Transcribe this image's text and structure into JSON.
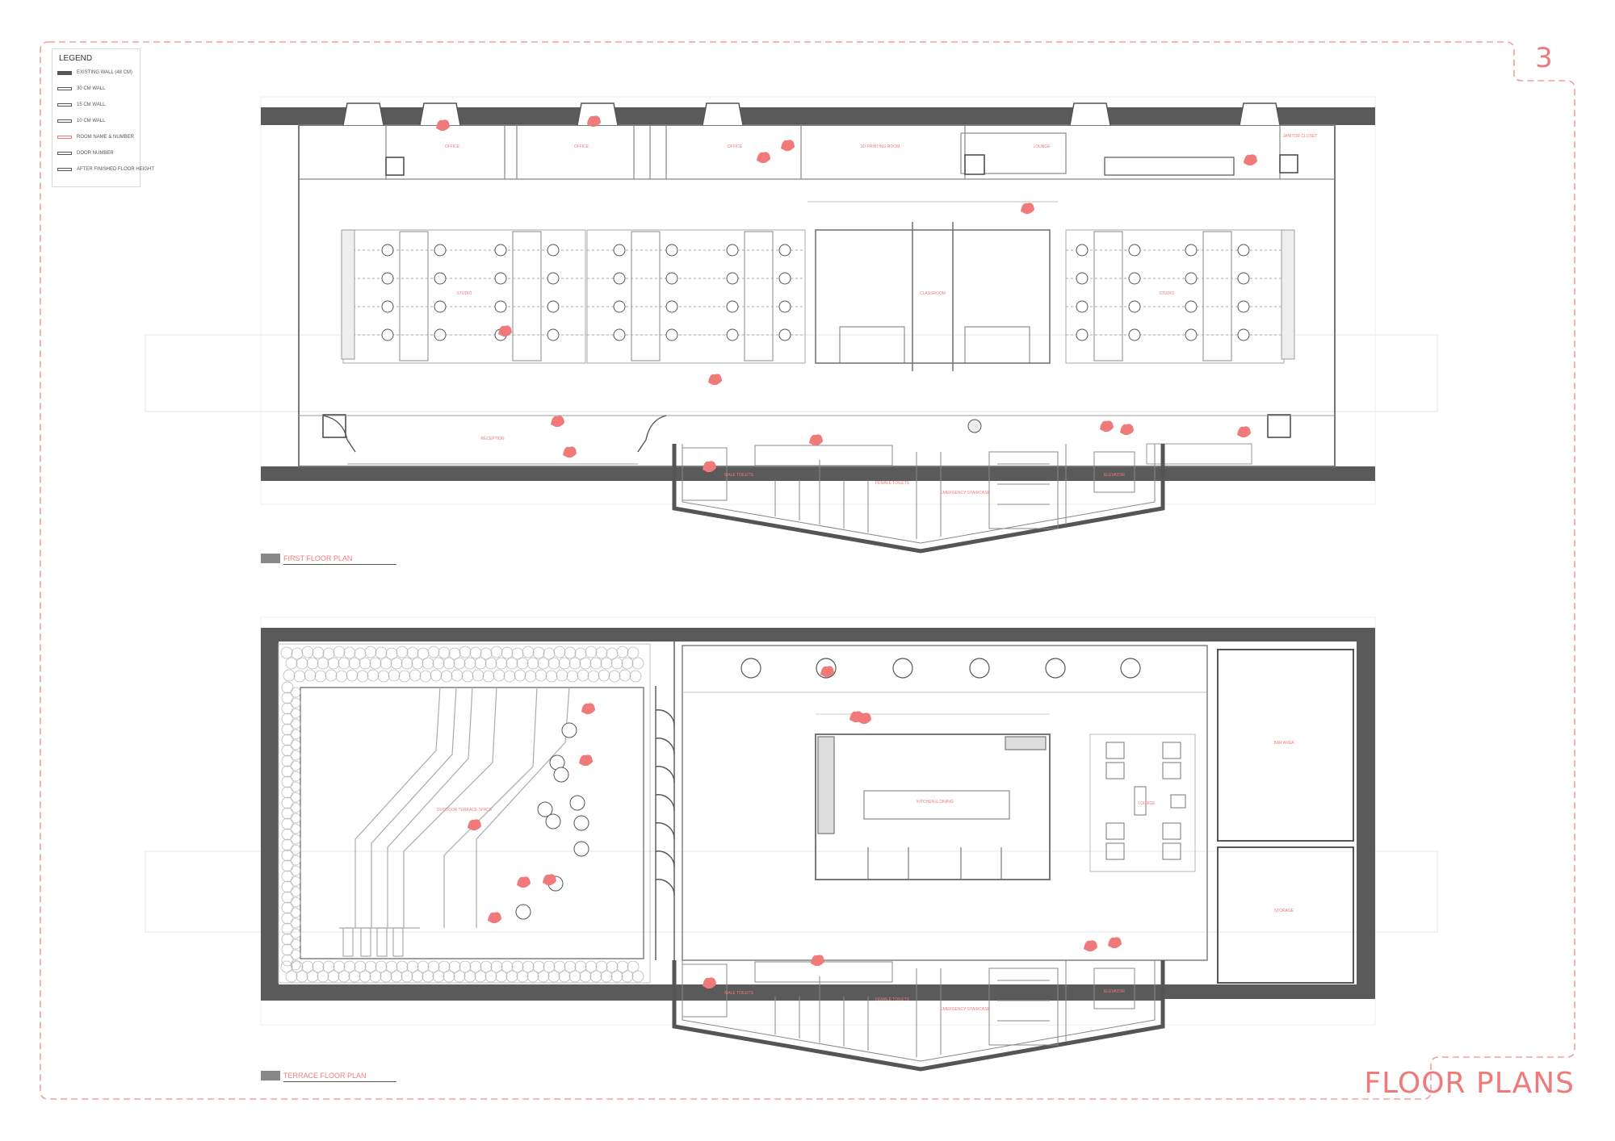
{
  "sheet": {
    "number": "3",
    "title": "FLOOR PLANS"
  },
  "legend": {
    "title": "LEGEND",
    "items": [
      {
        "label": "EXISTING WALL (48 CM)",
        "symbol": "thick"
      },
      {
        "label": "30 CM WALL",
        "symbol": "outline"
      },
      {
        "label": "15 CM WALL",
        "symbol": "outline"
      },
      {
        "label": "10 CM WALL",
        "symbol": "outline"
      },
      {
        "label": "ROOM NAME & NUMBER",
        "symbol": "pink"
      },
      {
        "label": "DOOR NUMBER",
        "symbol": "outline"
      },
      {
        "label": "AFTER FINISHED FLOOR HEIGHT",
        "symbol": "outline"
      }
    ]
  },
  "plans": [
    {
      "title": "FIRST FLOOR PLAN",
      "rooms": [
        "OFFICE",
        "OFFICE",
        "OFFICE",
        "3D PRINTING ROOM",
        "LOUNGE",
        "JANITOR CLOSET",
        "MALE TOILETS",
        "FEMALE TOILETS",
        "EMERGENCY STAIRCASE",
        "ELEVATOR",
        "RECEPTION",
        "CLASSROOM",
        "STUDIO",
        "STUDIO"
      ]
    },
    {
      "title": "TERRACE FLOOR PLAN",
      "rooms": [
        "OUTDOOR TERRACE SPACE",
        "KITCHEN & DINING",
        "LOUNGE",
        "BAR AREA",
        "STORAGE",
        "MALE TOILETS",
        "FEMALE TOILETS",
        "EMERGENCY STAIRCASE",
        "ELEVATOR"
      ]
    }
  ],
  "colors": {
    "accent": "#f07a7a",
    "wall": "#5a5a5a",
    "line": "#9a9a9a",
    "border_dash": "#f0a0a0"
  }
}
